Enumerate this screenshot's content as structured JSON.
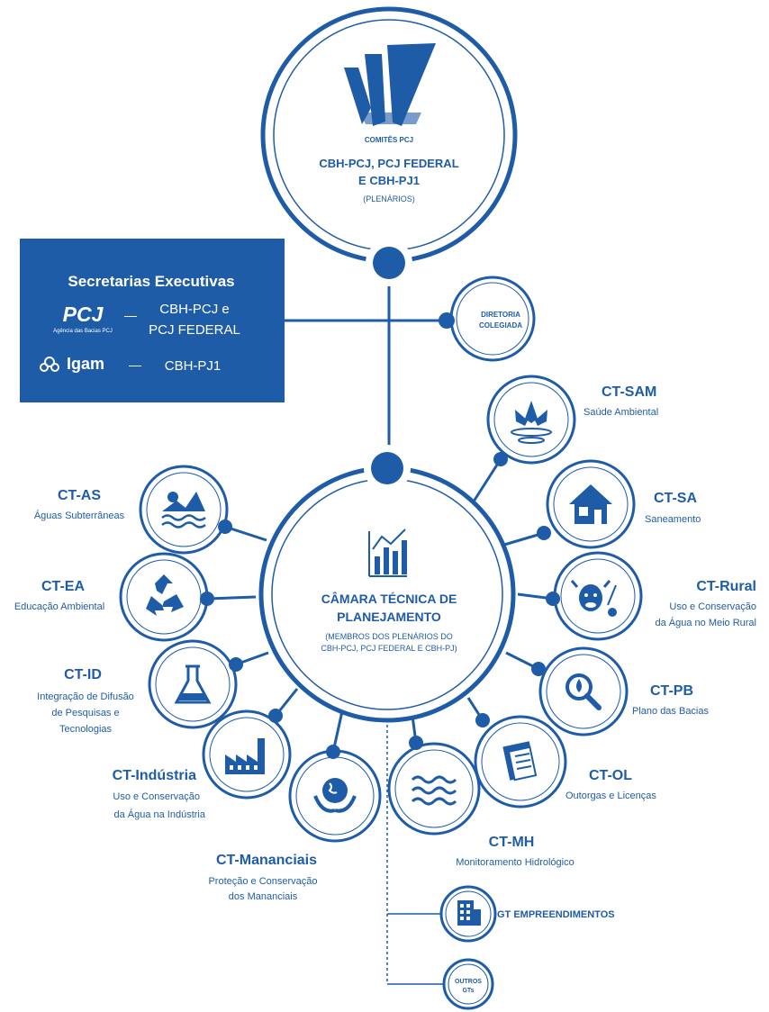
{
  "colors": {
    "primary": "#1f5ca8",
    "light_line": "#dfe7f3",
    "white": "#ffffff"
  },
  "top_node": {
    "logo_caption": "COMITÊS PCJ",
    "title_line1": "CBH-PCJ, PCJ FEDERAL",
    "title_line2": "E CBH-PJ1",
    "subtitle": "(PLENÁRIOS)"
  },
  "secretarias": {
    "title": "Secretarias Executivas",
    "pcj_logo": "PCJ",
    "pcj_logo_caption": "Agência das Bacias PCJ",
    "pcj_dash": "—",
    "pcj_label_line1": "CBH-PCJ e",
    "pcj_label_line2": "PCJ FEDERAL",
    "igam_logo": "Igam",
    "igam_dash": "—",
    "igam_label": "CBH-PJ1"
  },
  "diretoria": {
    "line1": "DIRETORIA",
    "line2": "COLEGIADA"
  },
  "center": {
    "title_line1": "CÂMARA TÉCNICA DE",
    "title_line2": "PLANEJAMENTO",
    "sub_line1": "(MEMBROS DOS PLENÁRIOS DO",
    "sub_line2": "CBH-PCJ, PCJ FEDERAL E CBH-PJ)"
  },
  "chambers": [
    {
      "code": "CT-SAM",
      "desc": [
        "Saúde Ambiental"
      ],
      "icon": "lotus-icon"
    },
    {
      "code": "CT-SA",
      "desc": [
        "Saneamento"
      ],
      "icon": "house-icon"
    },
    {
      "code": "CT-Rural",
      "desc": [
        "Uso e Conservação",
        "da Água no Meio Rural"
      ],
      "icon": "cow-icon"
    },
    {
      "code": "CT-PB",
      "desc": [
        "Plano das Bacias"
      ],
      "icon": "magnifier-drop-icon"
    },
    {
      "code": "CT-OL",
      "desc": [
        "Outorgas e Licenças"
      ],
      "icon": "document-icon"
    },
    {
      "code": "CT-MH",
      "desc": [
        "Monitoramento  Hidrológico"
      ],
      "icon": "waves-icon"
    },
    {
      "code": "CT-Mananciais",
      "desc": [
        "Proteção e Conservação",
        "dos Mananciais"
      ],
      "icon": "globe-hands-icon"
    },
    {
      "code": "CT-Indústria",
      "desc": [
        "Uso e Conservação",
        "da Água na Indústria"
      ],
      "icon": "factory-icon"
    },
    {
      "code": "CT-ID",
      "desc": [
        "Integração de Difusão",
        "de Pesquisas e",
        "Tecnologias"
      ],
      "icon": "flask-icon"
    },
    {
      "code": "CT-EA",
      "desc": [
        "Educação Ambiental"
      ],
      "icon": "recycle-icon"
    },
    {
      "code": "CT-AS",
      "desc": [
        "Águas Subterrâneas"
      ],
      "icon": "groundwater-icon"
    }
  ],
  "gt_empreendimentos": {
    "label": "GT EMPREENDIMENTOS",
    "icon": "building-icon"
  },
  "outros_gts": {
    "line1": "OUTROS",
    "line2": "GTs"
  }
}
